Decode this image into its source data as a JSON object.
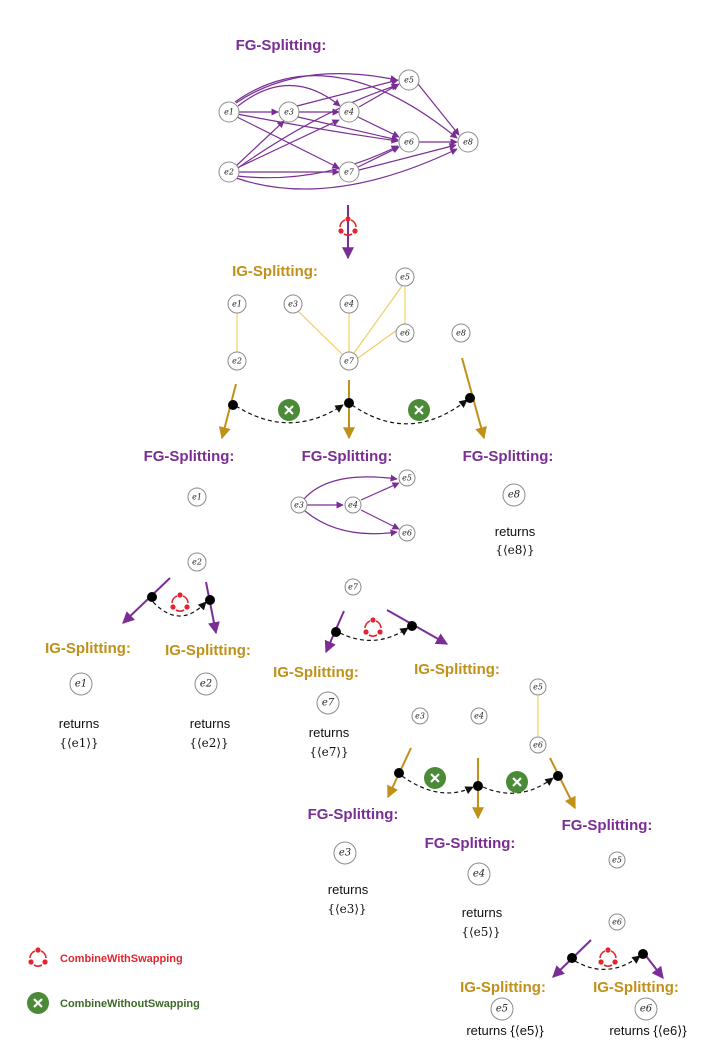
{
  "colors": {
    "fg": "#7a2e95",
    "ig": "#c19019",
    "ig_edge": "#f2c95a",
    "swap": "#e3262e",
    "noswap": "#4b8a36"
  },
  "labels": {
    "fg": "FG-Splitting:",
    "ig": "IG-Splitting:",
    "returns": "returns",
    "returns_e5": "returns {⟨e5⟩}",
    "returns_e6": "returns {⟨e6⟩}"
  },
  "nodes": {
    "e1": "e1",
    "e2": "e2",
    "e3": "e3",
    "e4": "e4",
    "e5": "e5",
    "e6": "e6",
    "e7": "e7",
    "e8": "e8"
  },
  "results": {
    "e8": "{⟨e8⟩}",
    "e1": "{⟨e1⟩}",
    "e2": "{⟨e2⟩}",
    "e7": "{⟨e7⟩}",
    "e3": "{⟨e3⟩}",
    "e4_returns": "{⟨e5⟩}"
  },
  "legend": {
    "swap": "CombineWithSwapping",
    "noswap": "CombineWithoutSwapping",
    "swap_icon": "swap-cycle-icon",
    "noswap_icon": "cross-circle-icon"
  }
}
